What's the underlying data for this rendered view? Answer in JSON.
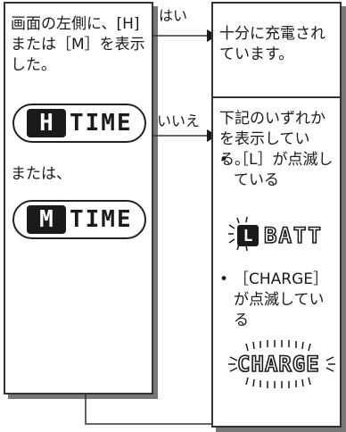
{
  "left_box": {
    "text1": "画面の左側に、[H]または［M］を表示した。",
    "lcd_h": {
      "badge": "H",
      "label": "TIME"
    },
    "or_text": "または、",
    "lcd_m": {
      "badge": "M",
      "label": "TIME"
    }
  },
  "yes_branch": {
    "label": "はい",
    "result": "十分に充電されています。"
  },
  "no_branch": {
    "label": "いいえ",
    "intro": "下記のいずれかを表示している。",
    "bullet1": "［L］が点滅している",
    "lcd_batt": {
      "badge": "L",
      "label": "BATT"
    },
    "bullet2": "［CHARGE］が点滅している",
    "lcd_charge": {
      "label": "CHARGE"
    }
  },
  "colors": {
    "border": "#333333",
    "shadow": "#777777",
    "lcd": "#1a1a1a"
  }
}
